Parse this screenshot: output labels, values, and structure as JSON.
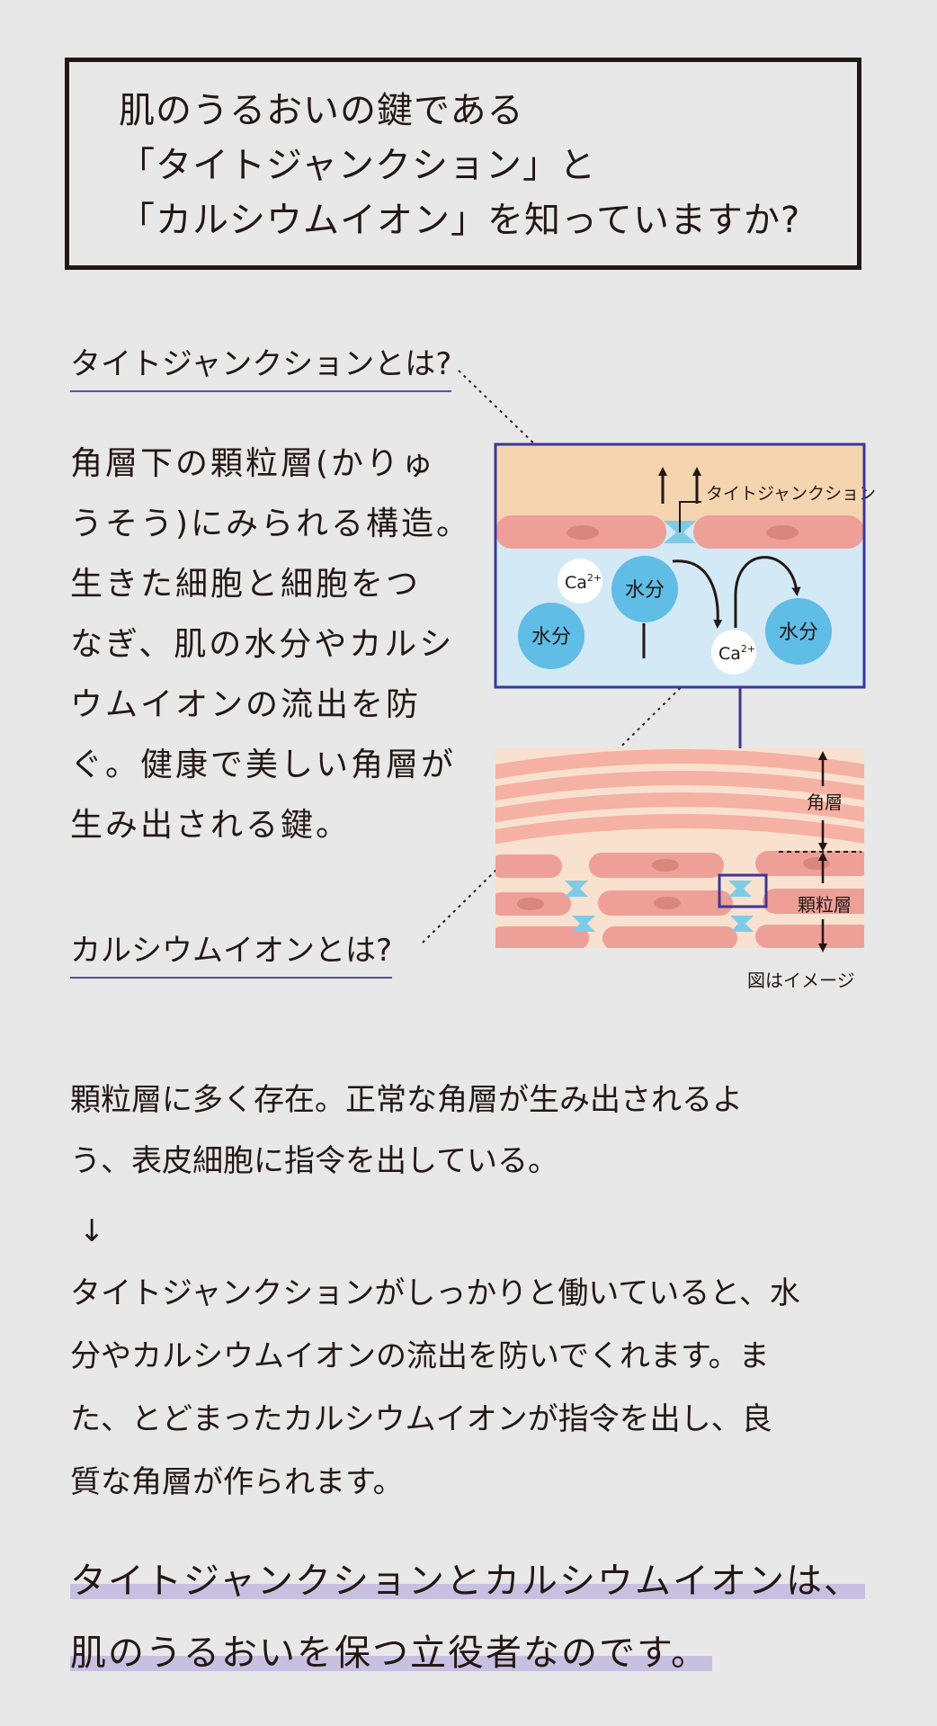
{
  "title": {
    "lines": [
      "肌のうるおいの鍵である",
      "「タイトジャンクション」と",
      "「カルシウムイオン」を知っていますか?"
    ]
  },
  "tight_junction": {
    "heading": "タイトジャンクションとは?",
    "description_lines": [
      "角層下の顆粒層(かりゅ",
      "うそう)にみられる構造。",
      "生きた細胞と細胞をつ",
      "なぎ、肌の水分やカルシ",
      "ウムイオンの流出を防",
      "ぐ。健康で美しい角層が",
      "生み出される鍵。"
    ]
  },
  "calcium": {
    "heading": "カルシウムイオンとは?",
    "paragraph1_lines": [
      "顆粒層に多く存在。正常な角層が生み出されるよ",
      "う、表皮細胞に指令を出している。"
    ],
    "arrow": "↓",
    "paragraph2_lines": [
      "タイトジャンクションがしっかりと働いていると、水",
      "分やカルシウムイオンの流出を防いでくれます。ま",
      "た、とどまったカルシウムイオンが指令を出し、良",
      "質な角層が作られます。"
    ]
  },
  "diagram": {
    "tj_label": "タイトジャンクション",
    "water_label": "水分",
    "ca_label": "Ca",
    "ca_charge": "2+",
    "stratum_corneum_label": "角層",
    "granular_layer_label": "顆粒層",
    "caption": "図はイメージ"
  },
  "conclusion_lines": [
    "タイトジャンクションとカルシウムイオンは、",
    "肌のうるおいを保つ立役者なのです。"
  ],
  "colors": {
    "background": "#e8e8e8",
    "text": "#231815",
    "accent_purple": "#5b4fa0",
    "highlight": "#c8c0e0",
    "peach": "#f5d4b0",
    "cell": "#ee9f97",
    "cell_nucleus": "#d9867f",
    "fluid": "#d3e9f6",
    "water": "#5fbde6",
    "junction": "#7ecbe8"
  }
}
